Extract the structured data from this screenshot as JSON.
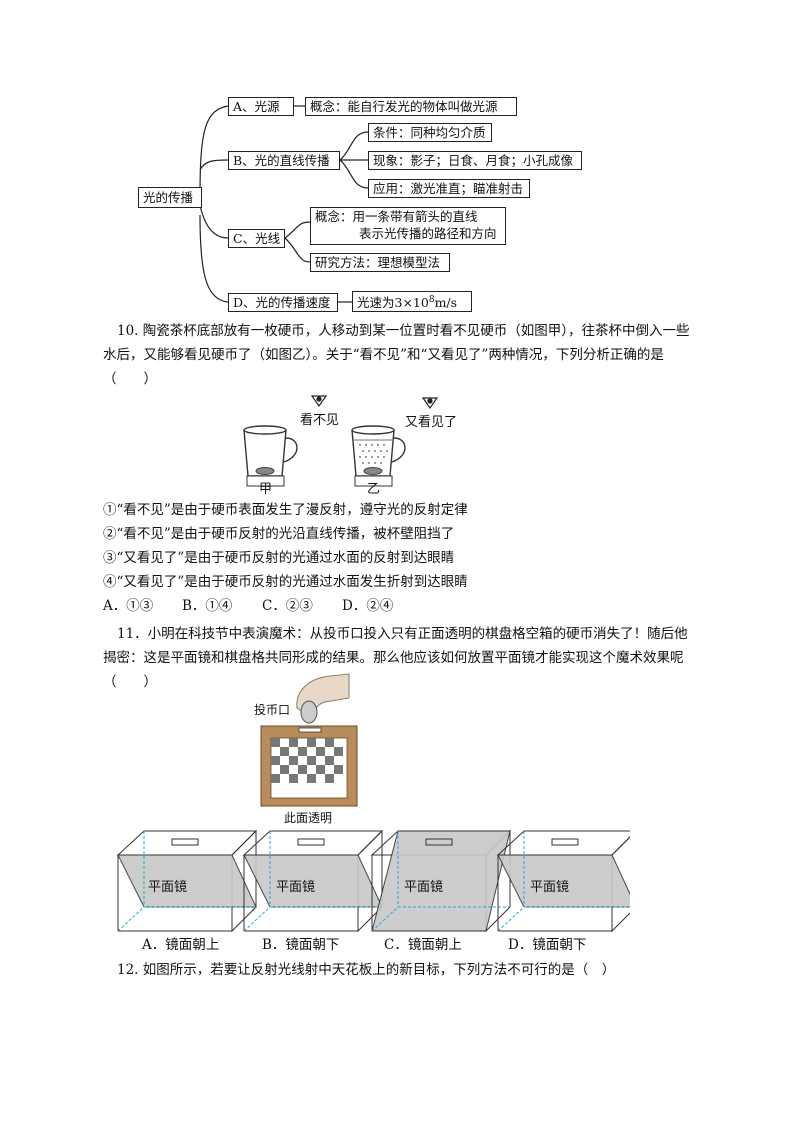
{
  "mindmap": {
    "root": "光的传播",
    "a_label": "A、光源",
    "a_def": "概念：能自行发光的物体叫做光源",
    "b_label": "B、光的直线传播",
    "b_cond": "条件：同种均匀介质",
    "b_phen": "现象：影子；日食、月食；小孔成像",
    "b_app": "应用：激光准直；瞄准射击",
    "c_label": "C、光线",
    "c_def_1": "概念：用一条带有箭头的直线",
    "c_def_2": "表示光传播的路径和方向",
    "c_method": "研究方法：理想模型法",
    "d_label": "D、光的传播速度",
    "d_speed_prefix": "光速为3×10",
    "d_speed_exp": "8",
    "d_speed_unit": "m/s"
  },
  "q10": {
    "stem": "10. 陶瓷茶杯底部放有一枚硬币，人移动到某一位置时看不见硬币（如图甲），往茶杯中倒入一些水后，又能够看见硬币了（如图乙）。关于“看不见”和“又看见了”两种情况，下列分析正确的是（　　）",
    "fig_left_label": "看不见",
    "fig_right_label": "又看见了",
    "fig_left_caption": "甲",
    "fig_right_caption": "乙",
    "s1": "①“看不见”是由于硬币表面发生了漫反射，遵守光的反射定律",
    "s2": "②“看不见”是由于硬币反射的光沿直线传播，被杯壁阻挡了",
    "s3": "③“又看见了”是由于硬币反射的光通过水面的反射到达眼睛",
    "s4": "④“又看见了”是由于硬币反射的光通过水面发生折射到达眼睛",
    "options": [
      "A．①③",
      "B．①④",
      "C．②③",
      "D．②④"
    ]
  },
  "q11": {
    "stem": "11．小明在科技节中表演魔术：从投币口投入只有正面透明的棋盘格空箱的硬币消失了！随后他揭密：这是平面镜和棋盘格共同形成的结果。那么他应该如何放置平面镜才能实现这个魔术效果呢（　　）",
    "slot_label": "投币口",
    "front_label": "此面透明",
    "mirror_label": "平面镜",
    "options": [
      "A．镜面朝上",
      "B．镜面朝下",
      "C．镜面朝上",
      "D．镜面朝下"
    ]
  },
  "q12": {
    "stem": "12. 如图所示，若要让反射光线射中天花板上的新目标，下列方法不可行的是（　）"
  }
}
